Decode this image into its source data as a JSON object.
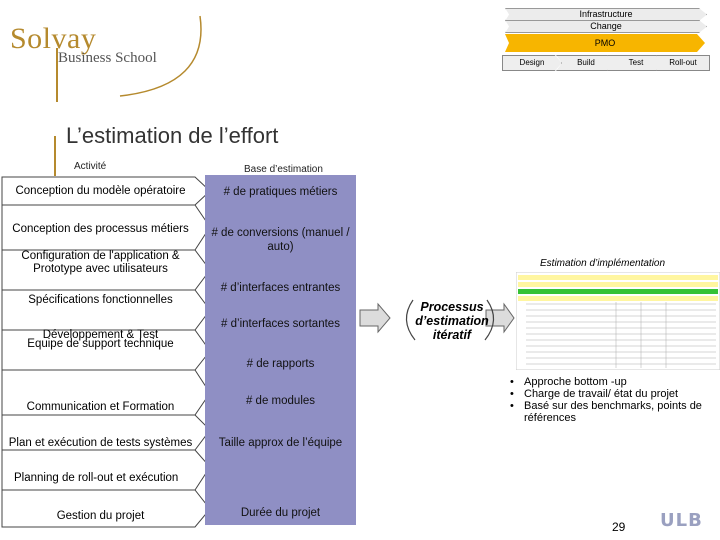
{
  "logo": {
    "name": "Solvay",
    "sub": "Business School"
  },
  "header": {
    "top_labels": [
      "Infrastructure",
      "Change"
    ],
    "pmo_label": "PMO",
    "phases": [
      "Design",
      "Build",
      "Test",
      "Roll-out"
    ],
    "colors": {
      "pmo": "#f7b500",
      "light": "#e6e6e6",
      "phase": "#eeeeee"
    }
  },
  "title": "L’estimation de l’effort",
  "column_headers": {
    "activity": "Activité",
    "base": "Base d’estimation"
  },
  "activities": [
    "Conception du modèle opératoire",
    "Conception des processus métiers",
    "Configuration de l'application & Prototype avec utilisateurs",
    "Spécifications fonctionnelles",
    "Développement & Test",
    "Equipe de support technique",
    "Communication et Formation",
    "Plan et exécution de tests systèmes",
    "Planning de roll-out et exécution",
    "Gestion du projet"
  ],
  "bases": [
    "# de pratiques métiers",
    "# de conversions (manuel / auto)",
    "# d’interfaces entrantes",
    "# d’interfaces sortantes",
    "# de rapports",
    "# de modules",
    "Taille approx de l’équipe",
    "Durée du projet"
  ],
  "process_label": "Processus d’estimation itératif",
  "estimate_label": "Estimation d’implémentation",
  "bullets": [
    "Approche bottom -up",
    "Charge de travail/ état du projet",
    "Basé sur des benchmarks, points de références"
  ],
  "page_number": "29",
  "footer_logo": "ULB",
  "colors": {
    "accent": "#b58a2e",
    "base_panel": "#8f8fc4",
    "arrow_fill": "#dcdcdc"
  }
}
